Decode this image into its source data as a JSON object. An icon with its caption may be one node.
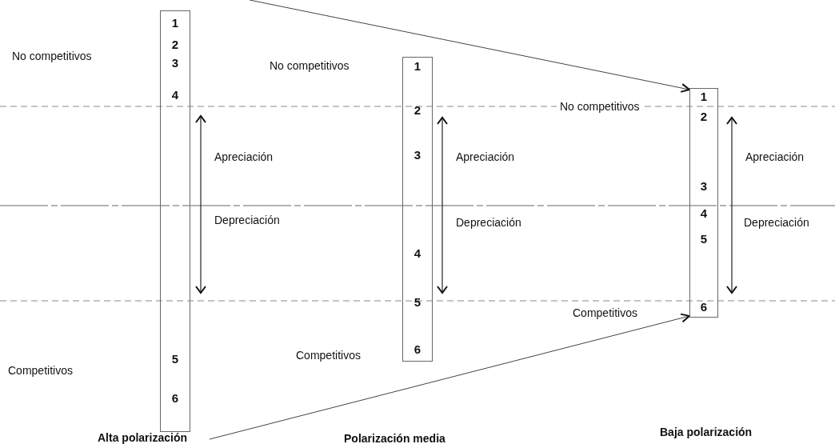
{
  "diagram": {
    "nodes": [
      {
        "text": [
          "1",
          "2",
          "3",
          "4",
          "5",
          "6"
        ]
      },
      {
        "text": [
          "1",
          "2",
          "3",
          "4",
          "5",
          "6"
        ]
      },
      {
        "text": [
          "1",
          "2",
          "3",
          "4",
          "5",
          "6"
        ]
      },
      {
        "text": [
          "Alta polarización"
        ]
      }
    ],
    "edges": [
      {
        "from": null,
        "to": 2,
        "arrow": "to"
      },
      {
        "from": 3,
        "to": 2,
        "arrow": "to"
      }
    ],
    "labels": [
      "No competitivos",
      "No competitivos",
      "No competitivos",
      "Apreciación",
      "Apreciación",
      "Apreciación",
      "Depreciación",
      "Depreciación",
      "Depreciación",
      "Competitivos",
      "Competitivos",
      "Competitivos",
      "Polarización media",
      "Baja polarización"
    ]
  }
}
